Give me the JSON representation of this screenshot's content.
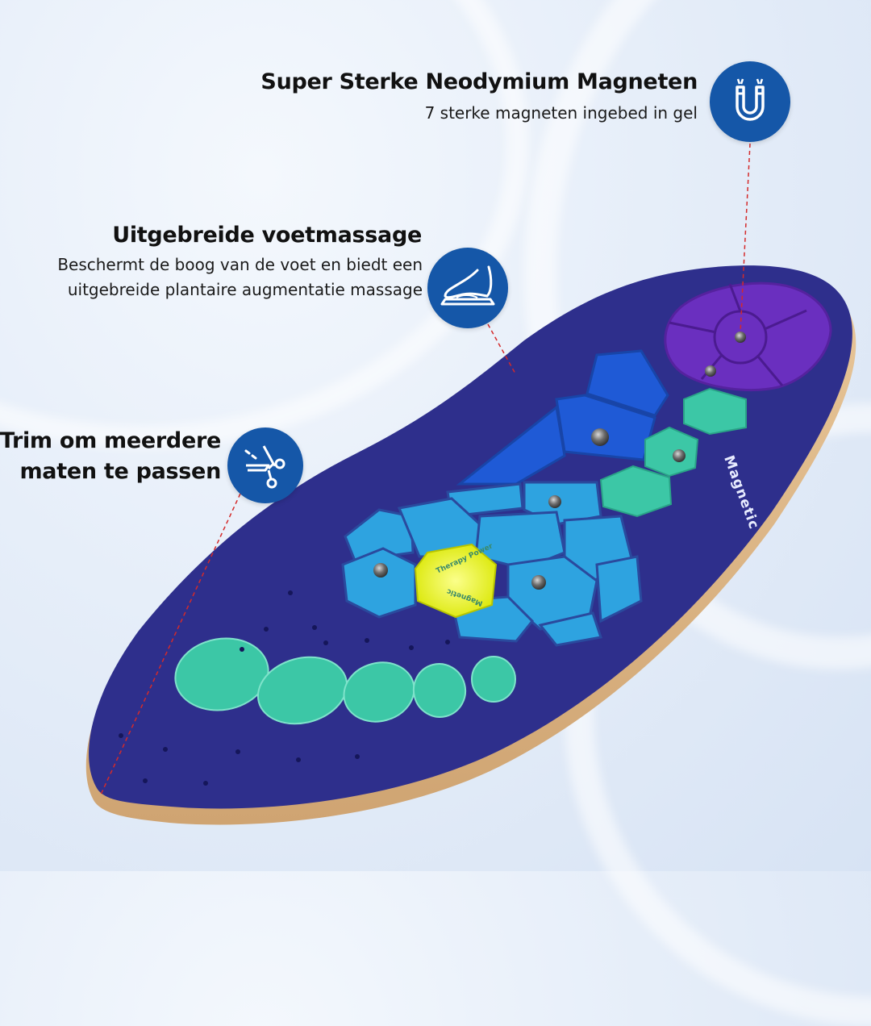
{
  "features": [
    {
      "title": "Super Sterke Neodymium Magneten",
      "subtitle_lines": [
        "7 sterke magneten ingebed in gel"
      ],
      "icon": "magnet-icon"
    },
    {
      "title": "Uitgebreide voetmassage",
      "subtitle_lines": [
        "Beschermt de boog van de voet en biedt een",
        "uitgebreide plantaire augmentatie massage"
      ],
      "icon": "foot-arch-icon"
    },
    {
      "title_lines": [
        "Trim om meerdere",
        "maten te passen"
      ],
      "icon": "scissors-icon"
    }
  ],
  "product": {
    "side_label": "Magnetic",
    "center_disc_top": "Therapy Power",
    "center_disc_bottom": "Magnetic"
  },
  "colors": {
    "badge": "#1557a8",
    "insole_base": "#2e2f8c",
    "heel_pad": "#6a2fbf",
    "arch_pad": "#1f5ad6",
    "forefoot_pad": "#2ea3e0",
    "toe_pad": "#3cc7a6",
    "center_disc": "#e8f01a",
    "leader_line": "#d42a2a"
  }
}
